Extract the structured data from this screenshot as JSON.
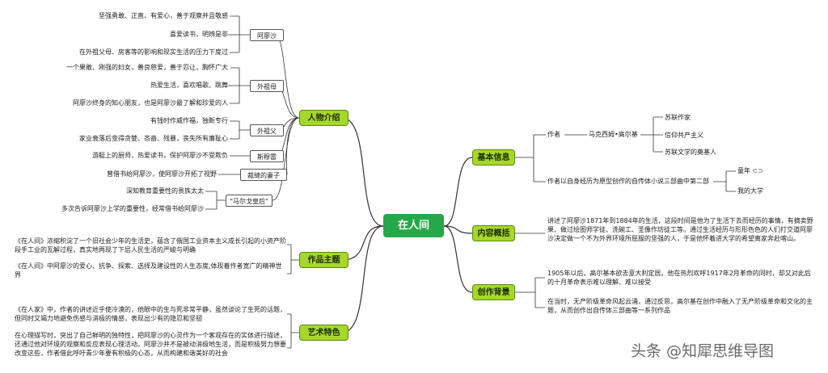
{
  "root": "在人间",
  "left": {
    "characters": {
      "title": "人物介绍",
      "groups": [
        {
          "name": "阿廖沙",
          "items": [
            "坚强勇敢、正直、有爱心，善于观察并且敬感",
            "喜爱读书，明辨是非",
            "在外祖父母、房客等的影响和现实生活的压力下度过"
          ]
        },
        {
          "name": "外祖母",
          "items": [
            "一个果敢、刚强的妇女，善良慈爱，善于忍让，胸怀广大",
            "热爱生活，喜欢唱歌、跳舞",
            "阿廖沙终身的知心朋友，也是阿廖沙最了解和珍爱的人"
          ]
        },
        {
          "name": "外祖父",
          "items": [
            "有钱时作威作福，独断专行",
            "家业衰落后变得贪婪、吝啬、残暴，丧失所有廉耻心"
          ]
        },
        {
          "name": "斯穆雷",
          "items": [
            "游艇上的厨师，热爱读书，保护阿廖沙不受欺负"
          ]
        },
        {
          "name": "裁缝的妻子",
          "items": [
            "曾借书给阿廖沙，使阿廖沙开拓了视野"
          ]
        },
        {
          "name": "\"马尔戈皇后\"",
          "items": [
            "深知教育重要性的贵族太太",
            "多次告诉阿廖沙上学的重要性，经常借书给阿廖沙"
          ]
        }
      ]
    },
    "theme": {
      "title": "作品主题",
      "items": [
        "《在人间》浓缩积淀了一个旧社会少年的生活史，蕴含了俄国工业资本主义成长引起的小资产阶段手工业的瓦解过程，真实地再现了下层人民生活的严峻与明确",
        "《在人间》中阿廖沙的爱心、抗争、探索、选择及建设性的人生态度,体现着作者宽广的精神世界"
      ]
    },
    "art": {
      "title": "艺术特色",
      "items": [
        "《在人家》中，作者的讲述近乎使冷漠的，他眼中的生与死非常平静，虽然谈论了生死的话题，但同时又竭力地避免伤感与消极的情感，表现出少有的隐忍和坚韧",
        "在心理描写时，突出了自己鲜明的独特性，把阿廖沙的心灵作为一个客观存在的实体进行描述，还通过他对环境的观察和反应表现心理活动。阿廖沙并不是被动消极地生活，而是积极努力想要改变这些，作者借此呼吁青少年要有积极的心态，从而构建和谐美好的社会"
      ]
    }
  },
  "right": {
    "basic": {
      "title": "基本信息",
      "author_label": "作者",
      "author_name": "马克西姆•高尔基",
      "author_facts": [
        "苏联作家",
        "信仰共产主义",
        "苏联文学的奠基人"
      ],
      "trilogy_label": "作者以自身经历为原型创作的自传体小说三部曲中第二部",
      "trilogy_items": [
        "童年",
        "我的大学"
      ]
    },
    "summary": {
      "title": "内容概括",
      "text": "讲述了阿廖沙1871年到1884年的生活，这段时间是他为了生活下去而经历的事情，有摘卖野果、做过绘图师学徒、洗碗工、圣像作坊徒工等。通过生活经历与形形色色的人们打交道阿廖沙决定做一个不为外界环境所屈服的坚强的人，于是他怀着进大学的希望离家奔赴喀山。"
    },
    "background": {
      "title": "创作背景",
      "items": [
        "1905年以后，高尔基本欲去意大利定居。他在热烈欢呼1917年2月革命的同时，却又对此后的十月革命表示难以理解、难以接受",
        "在当时，无产阶级革命风起云涌，通过反思，高尔基在创作中融入了无产阶级革命和文化的主题，从而创作出自传体三部曲等一系列作品"
      ]
    }
  },
  "watermark": "头条 @知犀思维导图",
  "colors": {
    "root": "#25a84a",
    "branch": "#a6d72a",
    "line": "#333333"
  }
}
